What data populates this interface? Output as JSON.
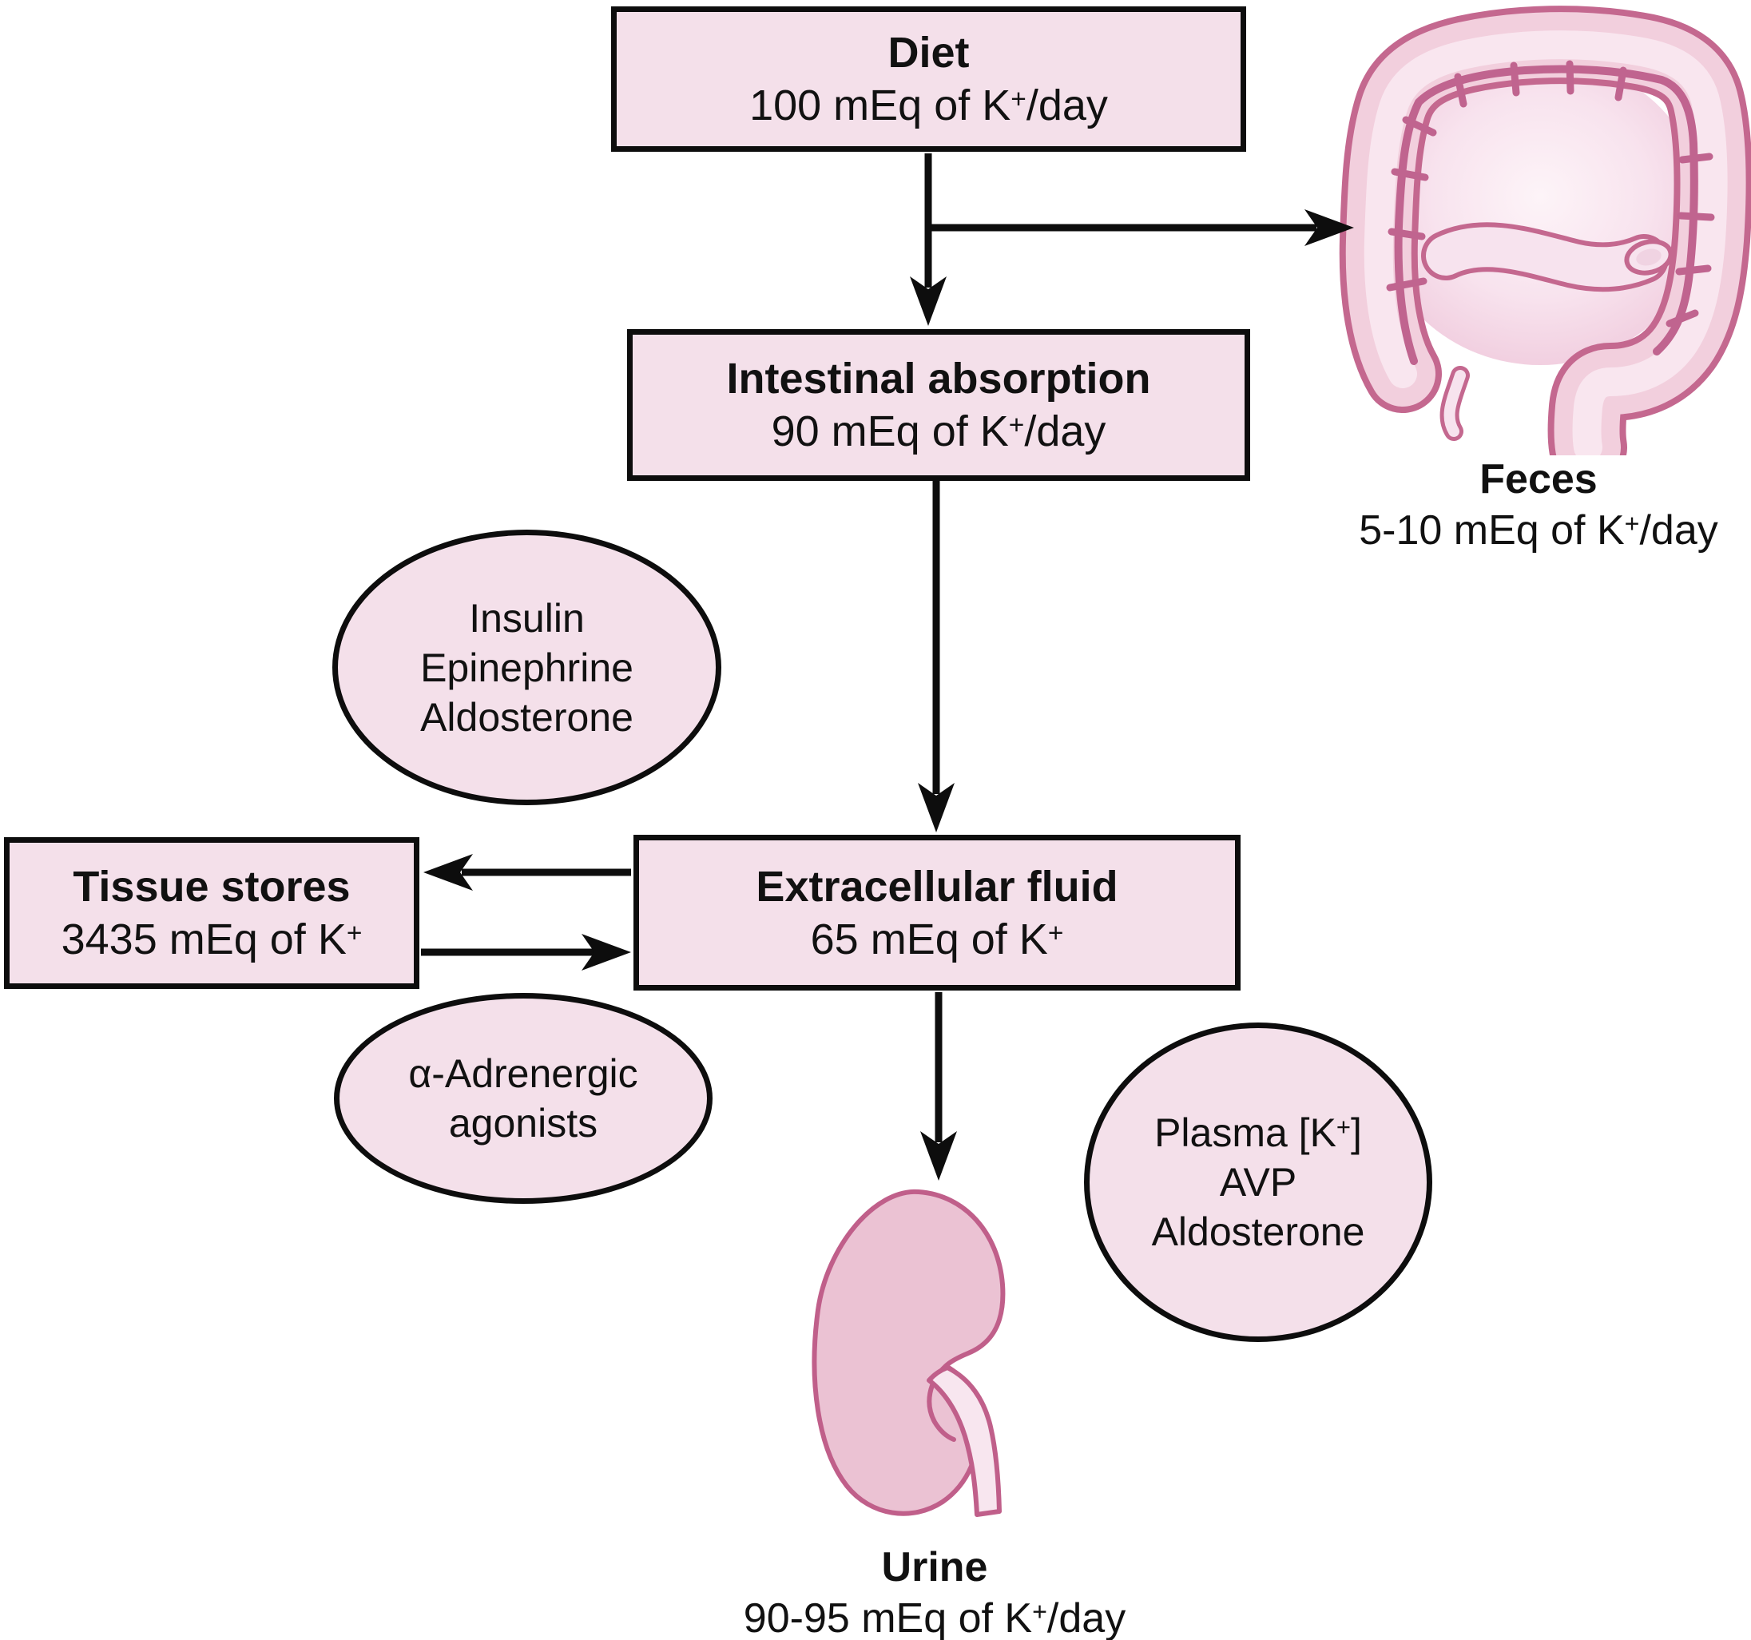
{
  "diagram": "potassium-balance-flowchart",
  "nodes": {
    "diet": {
      "title": "Diet",
      "amount_pre": "100 mEq of K",
      "amount_sup": "+",
      "amount_post": "/day"
    },
    "intestinal_absorption": {
      "title": "Intestinal absorption",
      "amount_pre": "90 mEq of K",
      "amount_sup": "+",
      "amount_post": "/day"
    },
    "extracellular_fluid": {
      "title": "Extracellular fluid",
      "amount_pre": "65 mEq of K",
      "amount_sup": "+",
      "amount_post": ""
    },
    "tissue_stores": {
      "title": "Tissue stores",
      "amount_pre": "3435 mEq of K",
      "amount_sup": "+",
      "amount_post": ""
    }
  },
  "outputs": {
    "feces": {
      "title": "Feces",
      "amount_pre": "5-10 mEq of K",
      "amount_sup": "+",
      "amount_post": "/day"
    },
    "urine": {
      "title": "Urine",
      "amount_pre": "90-95 mEq of K",
      "amount_sup": "+",
      "amount_post": "/day"
    }
  },
  "modulators": {
    "cell_uptake": {
      "lines": [
        "Insulin",
        "Epinephrine",
        "Aldosterone"
      ]
    },
    "cell_release": {
      "lines": [
        "α-Adrenergic",
        "agonists"
      ]
    },
    "renal_excretion": {
      "line1_pre": "Plasma [K",
      "line1_sup": "+",
      "line1_post": "]",
      "line2": "AVP",
      "line3": "Aldosterone"
    }
  },
  "icons": {
    "intestine": "large-intestine-icon",
    "kidney": "kidney-icon"
  },
  "colors": {
    "node_fill": "#f4e0ea",
    "node_border": "#0d0d0d",
    "arrow": "#0d0d0d",
    "organ_outline": "#c4688f",
    "organ_fill": "#f0cbdc",
    "organ_light": "#f7e3ee",
    "kidney_fill": "#ebc2d3",
    "kidney_outline": "#c05f8a",
    "text": "#111111",
    "background": "#ffffff"
  }
}
